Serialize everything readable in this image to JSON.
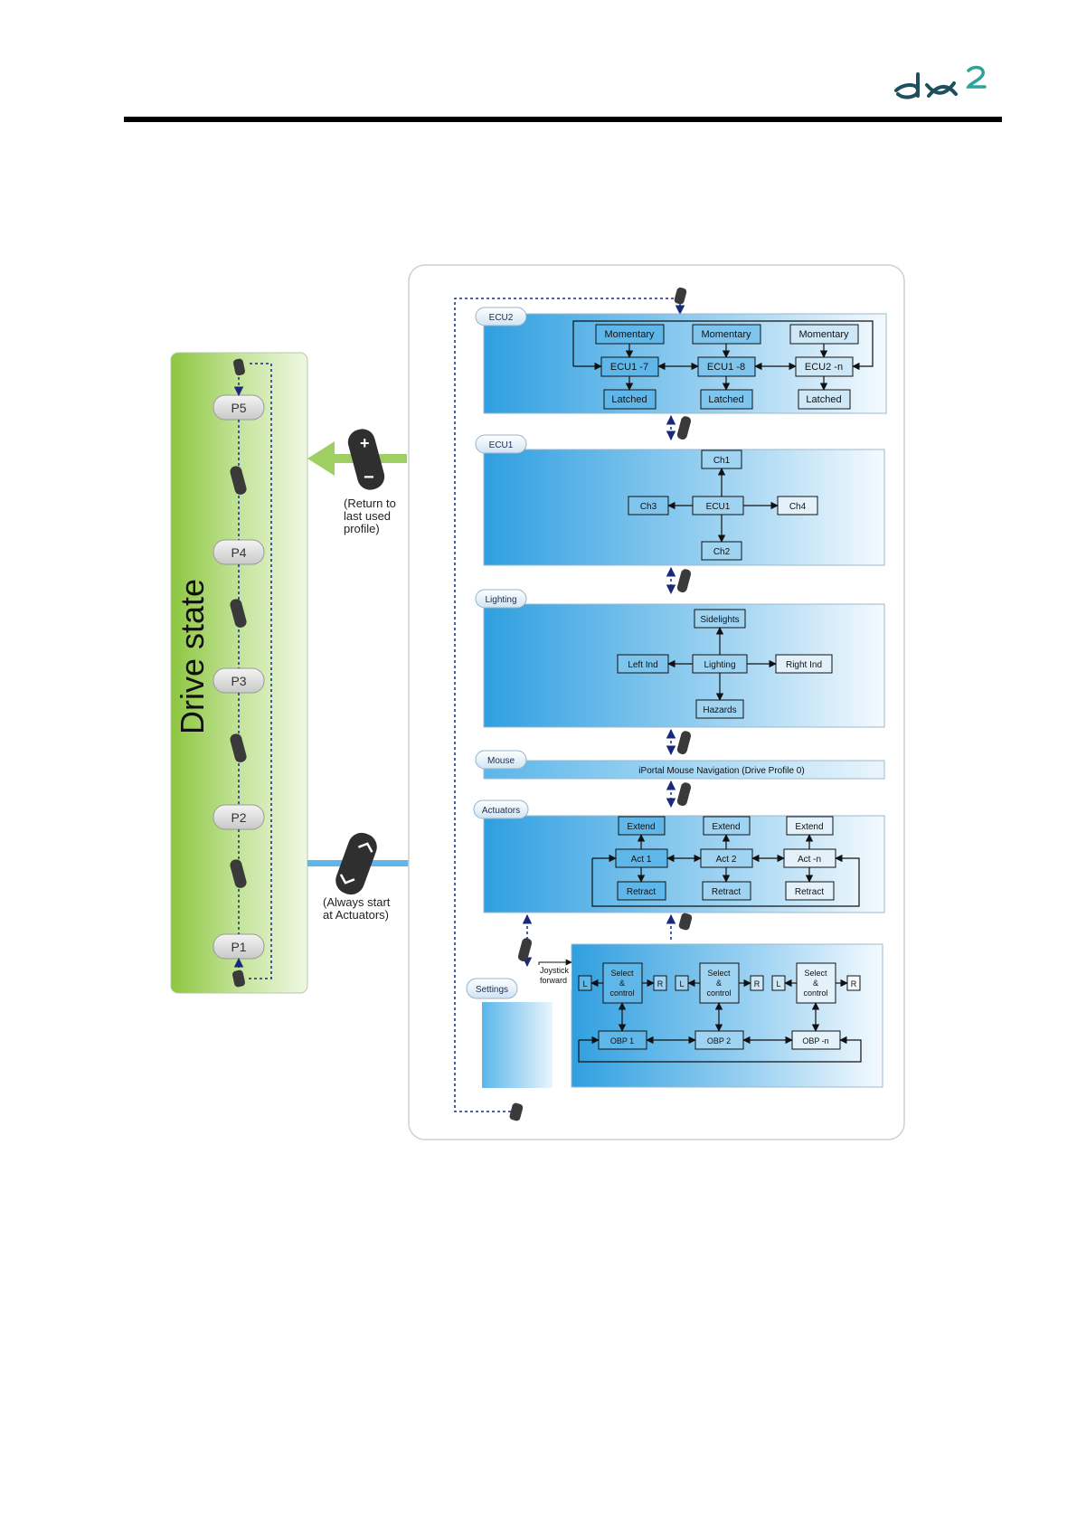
{
  "logo": {
    "text": "dx",
    "superscript": "2",
    "color": "#1d4f5e"
  },
  "drive_state": {
    "title": "Drive state",
    "profiles": [
      "P5",
      "P4",
      "P3",
      "P2",
      "P1"
    ]
  },
  "annotations": {
    "return_note": [
      "(Return to",
      "last used",
      "profile)"
    ],
    "start_note": [
      "(Always start",
      "at Actuators)"
    ],
    "joystick_forward": [
      "Joystick",
      "forward"
    ]
  },
  "ecu2": {
    "tab": "ECU2",
    "momentary": [
      "Momentary",
      "Momentary",
      "Momentary"
    ],
    "nodes": [
      "ECU1 -7",
      "ECU1 -8",
      "ECU2 -n"
    ],
    "latched": [
      "Latched",
      "Latched",
      "Latched"
    ]
  },
  "ecu1": {
    "tab": "ECU1",
    "center": "ECU1",
    "top": "Ch1",
    "bottom": "Ch2",
    "left": "Ch3",
    "right": "Ch4"
  },
  "lighting": {
    "tab": "Lighting",
    "center": "Lighting",
    "top": "Sidelights",
    "bottom": "Hazards",
    "left": "Left Ind",
    "right": "Right Ind"
  },
  "mouse": {
    "tab": "Mouse",
    "text": "iPortal Mouse Navigation (Drive Profile 0)"
  },
  "actuators": {
    "tab": "Actuators",
    "extend": [
      "Extend",
      "Extend",
      "Extend"
    ],
    "nodes": [
      "Act 1",
      "Act 2",
      "Act -n"
    ],
    "retract": [
      "Retract",
      "Retract",
      "Retract"
    ]
  },
  "settings": {
    "tab": "Settings",
    "select": [
      "Select",
      "&",
      "control"
    ],
    "left_key": "L",
    "right_key": "R",
    "obp": [
      "OBP 1",
      "OBP 2",
      "OBP -n"
    ]
  },
  "colors": {
    "green": "#9fcf62",
    "blue": "#5fb6e8",
    "dark_blue": "#1a2a7a",
    "remote": "#3a3a3a"
  }
}
